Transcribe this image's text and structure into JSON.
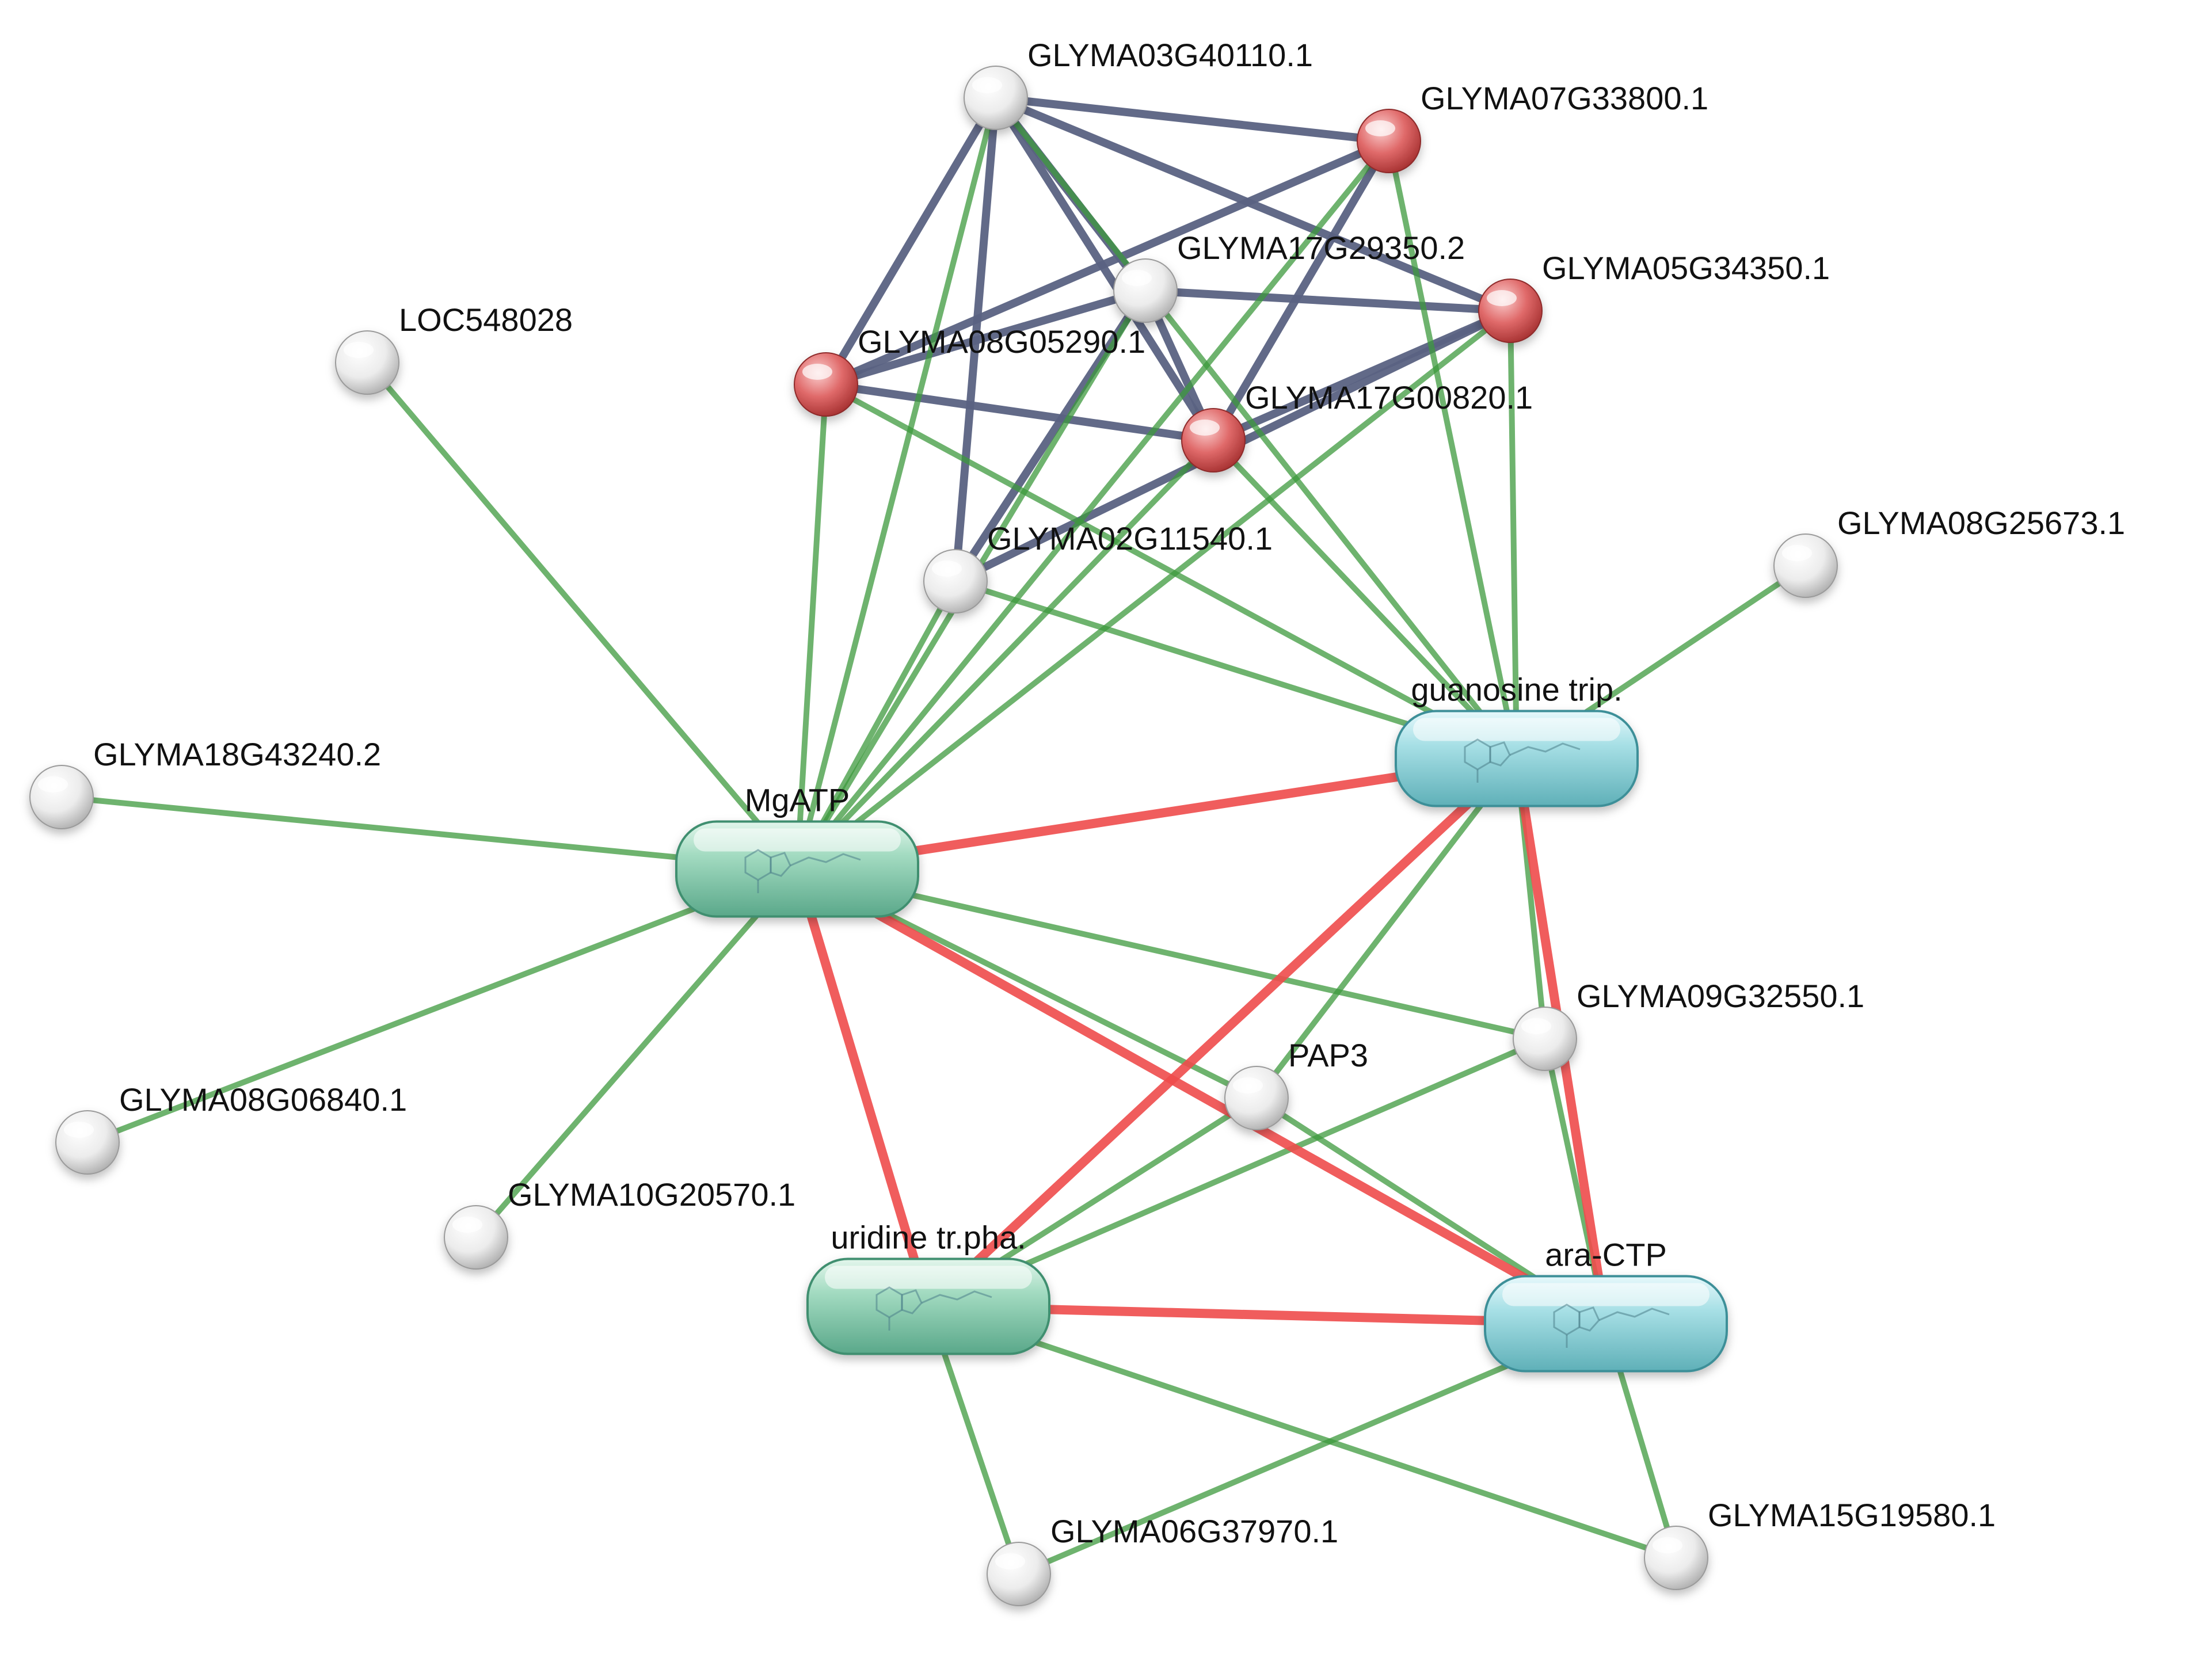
{
  "network": {
    "proteins": [
      {
        "id": "GLYMA03G40110.1",
        "label": "GLYMA03G40110.1",
        "color": "white"
      },
      {
        "id": "GLYMA07G33800.1",
        "label": "GLYMA07G33800.1",
        "color": "red"
      },
      {
        "id": "GLYMA17G29350.2",
        "label": "GLYMA17G29350.2",
        "color": "white"
      },
      {
        "id": "GLYMA05G34350.1",
        "label": "GLYMA05G34350.1",
        "color": "red"
      },
      {
        "id": "GLYMA08G05290.1",
        "label": "GLYMA08G05290.1",
        "color": "red"
      },
      {
        "id": "GLYMA17G00820.1",
        "label": "GLYMA17G00820.1",
        "color": "red"
      },
      {
        "id": "LOC548028",
        "label": "LOC548028",
        "color": "white"
      },
      {
        "id": "GLYMA02G11540.1",
        "label": "GLYMA02G11540.1",
        "color": "white"
      },
      {
        "id": "GLYMA08G25673.1",
        "label": "GLYMA08G25673.1",
        "color": "white"
      },
      {
        "id": "GLYMA18G43240.2",
        "label": "GLYMA18G43240.2",
        "color": "white"
      },
      {
        "id": "GLYMA09G32550.1",
        "label": "GLYMA09G32550.1",
        "color": "white"
      },
      {
        "id": "PAP3",
        "label": "PAP3",
        "color": "white"
      },
      {
        "id": "GLYMA08G06840.1",
        "label": "GLYMA08G06840.1",
        "color": "white"
      },
      {
        "id": "GLYMA10G20570.1",
        "label": "GLYMA10G20570.1",
        "color": "white"
      },
      {
        "id": "GLYMA06G37970.1",
        "label": "GLYMA06G37970.1",
        "color": "white"
      },
      {
        "id": "GLYMA15G19580.1",
        "label": "GLYMA15G19580.1",
        "color": "white"
      }
    ],
    "chemicals": [
      {
        "id": "MgATP",
        "label": "MgATP",
        "color": "green"
      },
      {
        "id": "guanosine",
        "label": "guanosine trip.",
        "color": "cyan"
      },
      {
        "id": "uridine",
        "label": "uridine tr.pha.",
        "color": "green"
      },
      {
        "id": "araCTP",
        "label": "ara-CTP",
        "color": "cyan"
      }
    ],
    "edge_types": {
      "protein-protein": "#5a6282",
      "chemical-protein": "#3d9a3d",
      "chemical-chemical": "#ee4b4b"
    },
    "edges": [
      {
        "a": "GLYMA03G40110.1",
        "b": "GLYMA07G33800.1",
        "type": "protein-protein"
      },
      {
        "a": "GLYMA03G40110.1",
        "b": "GLYMA05G34350.1",
        "type": "protein-protein"
      },
      {
        "a": "GLYMA03G40110.1",
        "b": "GLYMA08G05290.1",
        "type": "protein-protein"
      },
      {
        "a": "GLYMA03G40110.1",
        "b": "GLYMA17G00820.1",
        "type": "protein-protein"
      },
      {
        "a": "GLYMA03G40110.1",
        "b": "GLYMA02G11540.1",
        "type": "protein-protein"
      },
      {
        "a": "GLYMA03G40110.1",
        "b": "GLYMA17G29350.2",
        "type": "protein-protein"
      },
      {
        "a": "GLYMA07G33800.1",
        "b": "GLYMA08G05290.1",
        "type": "protein-protein"
      },
      {
        "a": "GLYMA07G33800.1",
        "b": "GLYMA17G00820.1",
        "type": "protein-protein"
      },
      {
        "a": "GLYMA17G29350.2",
        "b": "GLYMA05G34350.1",
        "type": "protein-protein"
      },
      {
        "a": "GLYMA17G29350.2",
        "b": "GLYMA08G05290.1",
        "type": "protein-protein"
      },
      {
        "a": "GLYMA17G29350.2",
        "b": "GLYMA17G00820.1",
        "type": "protein-protein"
      },
      {
        "a": "GLYMA17G29350.2",
        "b": "GLYMA02G11540.1",
        "type": "protein-protein"
      },
      {
        "a": "GLYMA05G34350.1",
        "b": "GLYMA17G00820.1",
        "type": "protein-protein"
      },
      {
        "a": "GLYMA08G05290.1",
        "b": "GLYMA17G00820.1",
        "type": "protein-protein"
      },
      {
        "a": "GLYMA02G11540.1",
        "b": "GLYMA05G34350.1",
        "type": "protein-protein"
      },
      {
        "a": "MgATP",
        "b": "GLYMA03G40110.1",
        "type": "chemical-protein"
      },
      {
        "a": "MgATP",
        "b": "GLYMA07G33800.1",
        "type": "chemical-protein"
      },
      {
        "a": "MgATP",
        "b": "GLYMA17G29350.2",
        "type": "chemical-protein"
      },
      {
        "a": "MgATP",
        "b": "GLYMA05G34350.1",
        "type": "chemical-protein"
      },
      {
        "a": "MgATP",
        "b": "GLYMA08G05290.1",
        "type": "chemical-protein"
      },
      {
        "a": "MgATP",
        "b": "GLYMA17G00820.1",
        "type": "chemical-protein"
      },
      {
        "a": "MgATP",
        "b": "GLYMA02G11540.1",
        "type": "chemical-protein"
      },
      {
        "a": "MgATP",
        "b": "LOC548028",
        "type": "chemical-protein"
      },
      {
        "a": "MgATP",
        "b": "GLYMA18G43240.2",
        "type": "chemical-protein"
      },
      {
        "a": "MgATP",
        "b": "GLYMA08G06840.1",
        "type": "chemical-protein"
      },
      {
        "a": "MgATP",
        "b": "GLYMA10G20570.1",
        "type": "chemical-protein"
      },
      {
        "a": "MgATP",
        "b": "GLYMA09G32550.1",
        "type": "chemical-protein"
      },
      {
        "a": "MgATP",
        "b": "PAP3",
        "type": "chemical-protein"
      },
      {
        "a": "guanosine",
        "b": "GLYMA03G40110.1",
        "type": "chemical-protein"
      },
      {
        "a": "guanosine",
        "b": "GLYMA07G33800.1",
        "type": "chemical-protein"
      },
      {
        "a": "guanosine",
        "b": "GLYMA05G34350.1",
        "type": "chemical-protein"
      },
      {
        "a": "guanosine",
        "b": "GLYMA08G05290.1",
        "type": "chemical-protein"
      },
      {
        "a": "guanosine",
        "b": "GLYMA17G00820.1",
        "type": "chemical-protein"
      },
      {
        "a": "guanosine",
        "b": "GLYMA02G11540.1",
        "type": "chemical-protein"
      },
      {
        "a": "guanosine",
        "b": "GLYMA08G25673.1",
        "type": "chemical-protein"
      },
      {
        "a": "guanosine",
        "b": "GLYMA09G32550.1",
        "type": "chemical-protein"
      },
      {
        "a": "guanosine",
        "b": "PAP3",
        "type": "chemical-protein"
      },
      {
        "a": "uridine",
        "b": "GLYMA09G32550.1",
        "type": "chemical-protein"
      },
      {
        "a": "uridine",
        "b": "PAP3",
        "type": "chemical-protein"
      },
      {
        "a": "uridine",
        "b": "GLYMA06G37970.1",
        "type": "chemical-protein"
      },
      {
        "a": "uridine",
        "b": "GLYMA15G19580.1",
        "type": "chemical-protein"
      },
      {
        "a": "araCTP",
        "b": "GLYMA09G32550.1",
        "type": "chemical-protein"
      },
      {
        "a": "araCTP",
        "b": "PAP3",
        "type": "chemical-protein"
      },
      {
        "a": "araCTP",
        "b": "GLYMA06G37970.1",
        "type": "chemical-protein"
      },
      {
        "a": "araCTP",
        "b": "GLYMA15G19580.1",
        "type": "chemical-protein"
      },
      {
        "a": "MgATP",
        "b": "guanosine",
        "type": "chemical-chemical"
      },
      {
        "a": "MgATP",
        "b": "uridine",
        "type": "chemical-chemical"
      },
      {
        "a": "MgATP",
        "b": "araCTP",
        "type": "chemical-chemical"
      },
      {
        "a": "guanosine",
        "b": "uridine",
        "type": "chemical-chemical"
      },
      {
        "a": "guanosine",
        "b": "araCTP",
        "type": "chemical-chemical"
      },
      {
        "a": "uridine",
        "b": "araCTP",
        "type": "chemical-chemical"
      }
    ]
  }
}
